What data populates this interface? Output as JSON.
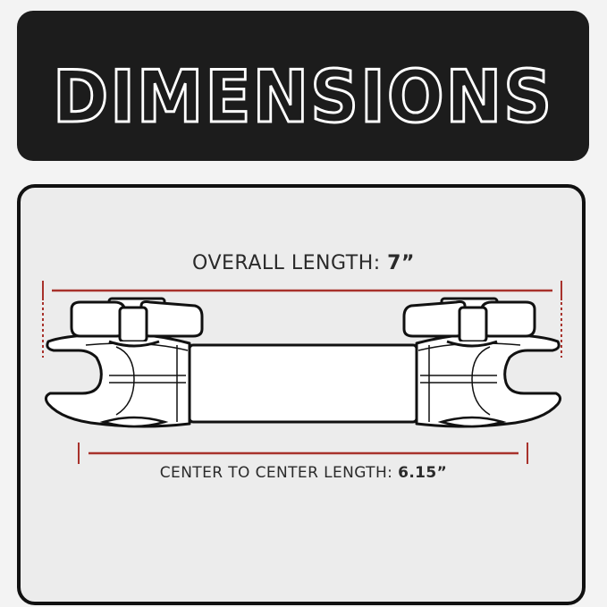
{
  "banner": {
    "title": "DIMENSIONS"
  },
  "overall": {
    "label": "OVERALL LENGTH: ",
    "value": "7”"
  },
  "center": {
    "label": "CENTER TO CENTER LENGTH: ",
    "value": "6.15”"
  },
  "colors": {
    "banner_bg": "#1c1c1c",
    "dimension_line": "#a8322c",
    "outline": "#111111"
  },
  "icons": [
    "arm-mount-drawing"
  ]
}
